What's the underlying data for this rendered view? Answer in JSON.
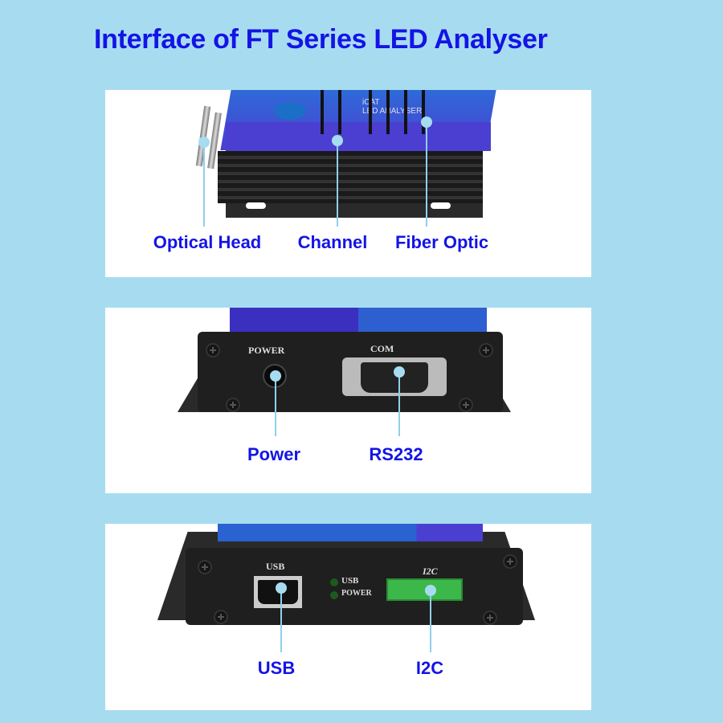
{
  "title": "Interface of FT Series LED Analyser",
  "panels": [
    {
      "device_text": {
        "brand": "iCAT",
        "product": "LED ANALYSER"
      },
      "labels": [
        "Optical Head",
        "Channel",
        "Fiber Optic"
      ]
    },
    {
      "device_text": {
        "power": "POWER",
        "com": "COM"
      },
      "labels": [
        "Power",
        "RS232"
      ]
    },
    {
      "device_text": {
        "usb": "USB",
        "led_usb": "USB",
        "led_power": "POWER",
        "i2c": "I2C"
      },
      "labels": [
        "USB",
        "I2C"
      ]
    }
  ],
  "colors": {
    "background": "#a7dcf0",
    "label": "#1414e6",
    "device_top": "#3c3ccf"
  }
}
